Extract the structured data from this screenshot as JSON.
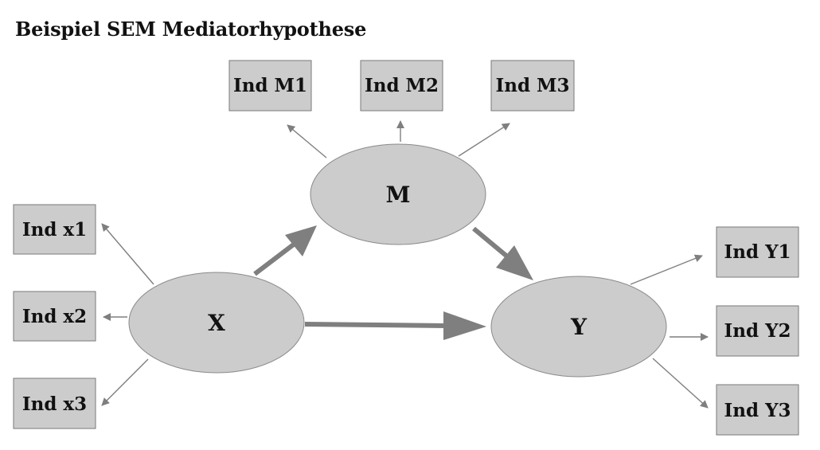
{
  "title": "Beispiel SEM Mediatorhypothese",
  "latent": {
    "x": "X",
    "m": "M",
    "y": "Y"
  },
  "indicators": {
    "m1": "Ind M1",
    "m2": "Ind M2",
    "m3": "Ind M3",
    "x1": "Ind x1",
    "x2": "Ind x2",
    "x3": "Ind x3",
    "y1": "Ind Y1",
    "y2": "Ind Y2",
    "y3": "Ind Y3"
  },
  "colors": {
    "node_fill": "#cccccc",
    "arrow": "#7f7f7f"
  }
}
